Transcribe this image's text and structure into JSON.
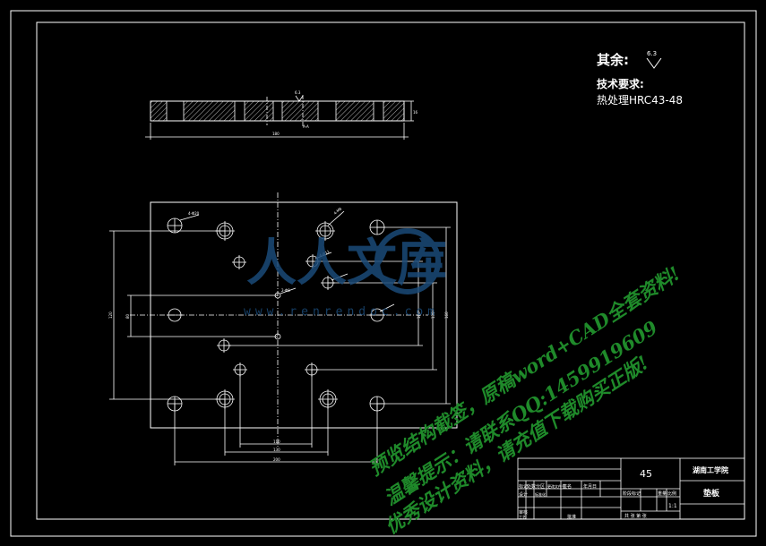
{
  "notes": {
    "rest_label": "其余:",
    "roughness_value": "6.3",
    "tech_req_title": "技术要求:",
    "heat_treatment": "热处理HRC43-48"
  },
  "section_view": {
    "roughness": "6.3",
    "width_dim": "180",
    "thickness_dim": "16",
    "detail_label": "A-A"
  },
  "plan_view": {
    "callouts": [
      "4-Φ20",
      "4-M8",
      "4-Φ11",
      "2-Φ8"
    ],
    "dims_bottom": [
      "110",
      "130",
      "200"
    ],
    "dims_left": [
      "120",
      "80"
    ],
    "dims_right": [
      "100",
      "130",
      "160"
    ]
  },
  "title_block": {
    "material": "45",
    "company": "湖南工学院",
    "part_name": "垫板",
    "scale": "1:1",
    "header_labels": [
      "标记",
      "处数",
      "分区",
      "更改文件号",
      "签名",
      "年月日"
    ],
    "row_design": [
      "设计",
      "标准化"
    ],
    "row_check": [
      "审核"
    ],
    "row_process": [
      "工艺",
      "批准"
    ],
    "stage_labels": [
      "阶段标记",
      "重量",
      "比例"
    ],
    "sheet_labels": [
      "共 张 第 张"
    ]
  },
  "watermark": {
    "logo_cn": "人人文库",
    "url": "www.renrendoc.com",
    "lines": [
      "预览结构截签，原稿word+CAD全套资料!",
      "温馨提示：请联系QQ:1459919609",
      "优秀设计资料，请充值下载购买正版!"
    ]
  },
  "colors": {
    "background": "#000000",
    "lines": "#ffffff",
    "watermark_green": "#1f8a2a",
    "logo_blue": "#1a4a78"
  }
}
